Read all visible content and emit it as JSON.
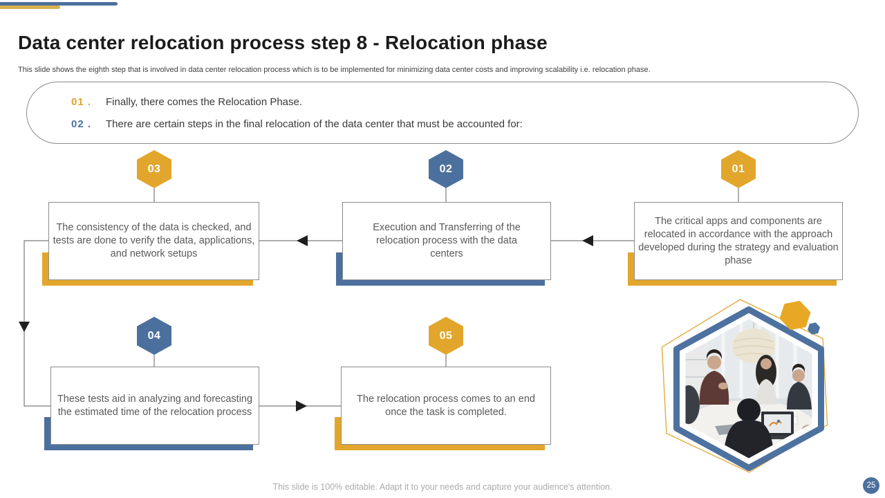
{
  "slide": {
    "title": "Data center relocation process step 8 - Relocation phase",
    "subtitle": "This slide shows the eighth step that is involved in data center relocation process which is to be implemented for minimizing data center costs and improving scalability i.e. relocation phase.",
    "footer_note": "This slide is 100% editable. Adapt it to your needs and capture your audience's attention.",
    "page_number": "25"
  },
  "callout": {
    "items": [
      {
        "num": "01 .",
        "text": "Finally, there comes the Relocation Phase."
      },
      {
        "num": "02 .",
        "text": "There are certain steps in the final relocation of the data center that must be accounted for:"
      }
    ]
  },
  "steps": [
    {
      "num": "01",
      "text": "The critical apps and components are relocated in accordance with the approach developed during the strategy and evaluation phase"
    },
    {
      "num": "02",
      "text": "Execution and Transferring of the relocation process with the data centers"
    },
    {
      "num": "03",
      "text": "The consistency of the data is checked, and tests are done to verify the data, applications, and network setups"
    },
    {
      "num": "04",
      "text": "These tests aid in analyzing and forecasting the estimated time of the relocation process"
    },
    {
      "num": "05",
      "text": "The relocation process comes to an end once the task is completed."
    }
  ],
  "colors": {
    "accent_yellow": "#e2a62c",
    "accent_blue": "#4c709d",
    "line_gray": "#7a7a7a",
    "arrow_dark": "#1f1f1f"
  }
}
